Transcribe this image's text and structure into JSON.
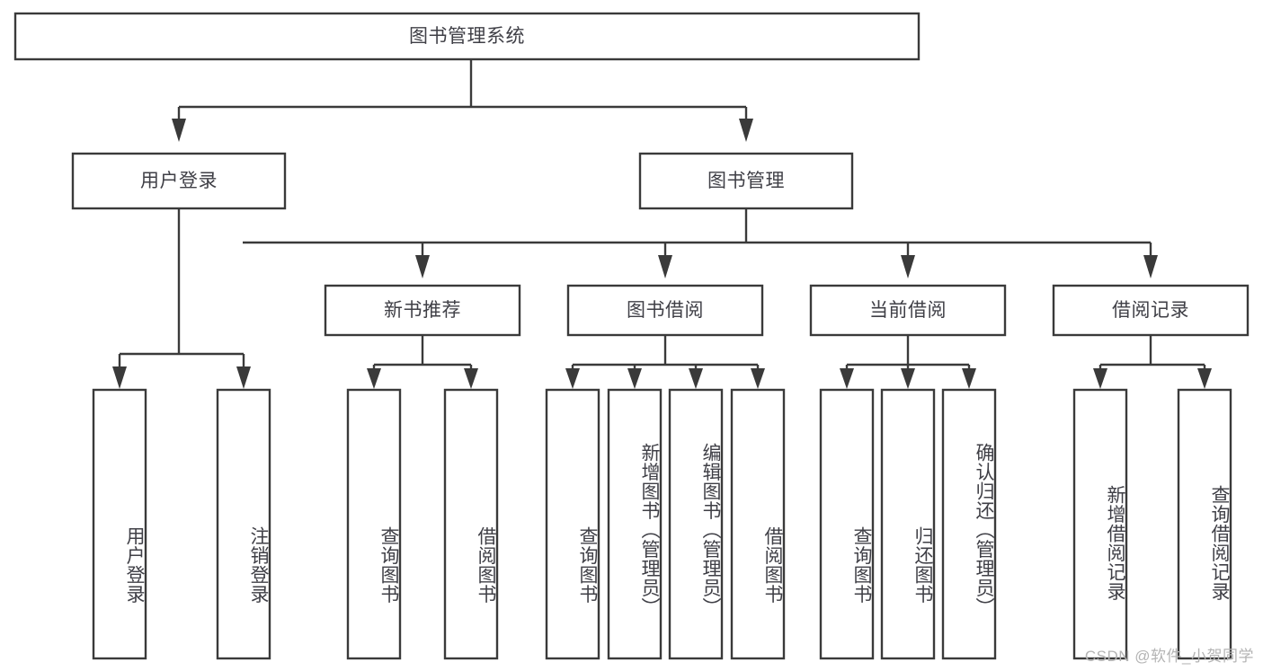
{
  "diagram": {
    "title": "图书管理系统",
    "type": "function-structure-tree",
    "orientation": "top-down",
    "box_fill": "#ffffff",
    "box_stroke": "#3a3a3a",
    "text_color": "#3f3f46",
    "background": "#ffffff"
  },
  "root": {
    "label": "图书管理系统"
  },
  "level2": [
    {
      "label": "用户登录"
    },
    {
      "label": "图书管理"
    }
  ],
  "level3": [
    {
      "label": "新书推荐"
    },
    {
      "label": "图书借阅"
    },
    {
      "label": "当前借阅"
    },
    {
      "label": "借阅记录"
    }
  ],
  "leaves": {
    "user_login": [
      {
        "label": "用户登录"
      },
      {
        "label": "注销登录"
      }
    ],
    "new_book_recommend": [
      {
        "label": "查询图书"
      },
      {
        "label": "借阅图书"
      }
    ],
    "book_borrow": [
      {
        "label": "查询图书"
      },
      {
        "label": "新增图书（管理员）"
      },
      {
        "label": "编辑图书（管理员）"
      },
      {
        "label": "借阅图书"
      }
    ],
    "current_borrow": [
      {
        "label": "查询图书"
      },
      {
        "label": "归还图书"
      },
      {
        "label": "确认归还（管理员）"
      }
    ],
    "borrow_records": [
      {
        "label": "新增借阅记录"
      },
      {
        "label": "查询借阅记录"
      }
    ]
  },
  "watermark": {
    "text": "CSDN @软件_小贺同学"
  }
}
